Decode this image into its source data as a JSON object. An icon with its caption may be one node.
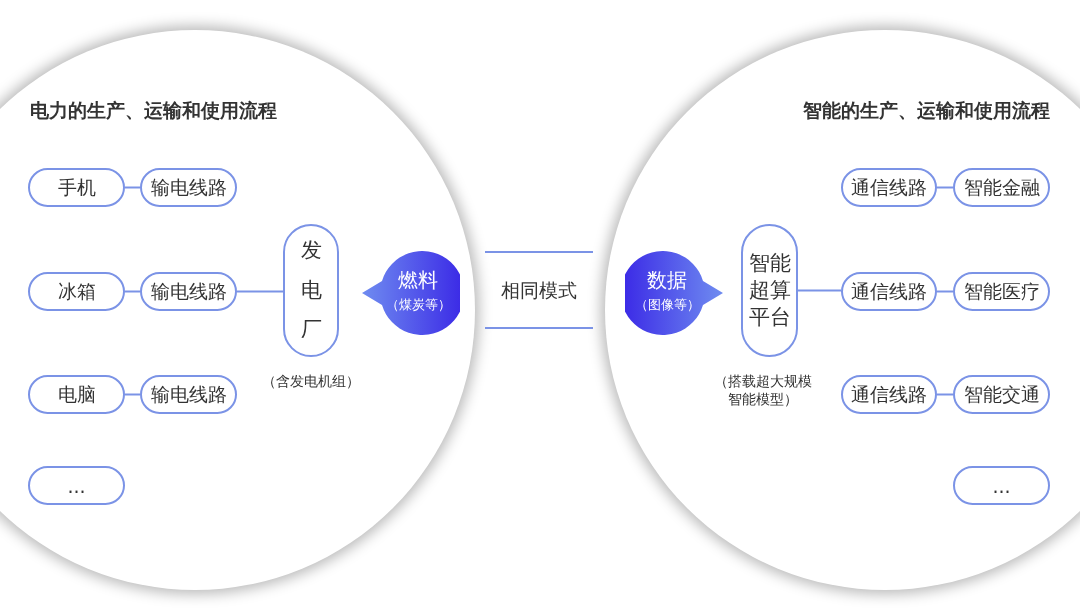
{
  "diagram": {
    "nodes": [
      {
        "text": [
          "电力的生产、运输和使用流程"
        ]
      },
      {
        "text": [
          "手机"
        ],
        "in": 0
      },
      {
        "text": [
          "输电线路"
        ],
        "in": 0
      },
      {
        "text": [
          "冰箱"
        ],
        "in": 0
      },
      {
        "text": [
          "输电线路"
        ],
        "in": 0
      },
      {
        "text": [
          "电脑"
        ],
        "in": 0
      },
      {
        "text": [
          "输电线路"
        ],
        "in": 0
      },
      {
        "text": [
          "..."
        ],
        "in": 0
      },
      {
        "text": [
          "发电厂"
        ],
        "in": 0,
        "beside": [
          "（含发电机组）"
        ]
      },
      {
        "text": [
          "燃料",
          "（煤炭等）"
        ],
        "in": 0
      },
      {
        "text": [
          "智能的生产、运输和使用流程"
        ]
      },
      {
        "text": [
          "数据",
          "（图像等）"
        ],
        "in": 10
      },
      {
        "text": [
          "智能超算平台"
        ],
        "in": 10,
        "beside": [
          "（搭载超大规模智能模型）"
        ]
      },
      {
        "text": [
          "通信线路"
        ],
        "in": 10
      },
      {
        "text": [
          "智能金融"
        ],
        "in": 10
      },
      {
        "text": [
          "通信线路"
        ],
        "in": 10
      },
      {
        "text": [
          "智能医疗"
        ],
        "in": 10
      },
      {
        "text": [
          "通信线路"
        ],
        "in": 10
      },
      {
        "text": [
          "智能交通"
        ],
        "in": 10
      },
      {
        "text": [
          "..."
        ],
        "in": 10
      }
    ],
    "edges": [
      {
        "from": 1,
        "to": 2,
        "arrow": "none"
      },
      {
        "from": 3,
        "to": 4,
        "arrow": "none"
      },
      {
        "from": 5,
        "to": 6,
        "arrow": "none"
      },
      {
        "from": 4,
        "to": 8,
        "arrow": "none"
      },
      {
        "from": 12,
        "to": 15,
        "arrow": "none"
      },
      {
        "from": 13,
        "to": 14,
        "arrow": "none"
      },
      {
        "from": 15,
        "to": 16,
        "arrow": "none"
      },
      {
        "from": 17,
        "to": 18,
        "arrow": "none"
      }
    ],
    "labels": [
      "相同模式"
    ]
  }
}
